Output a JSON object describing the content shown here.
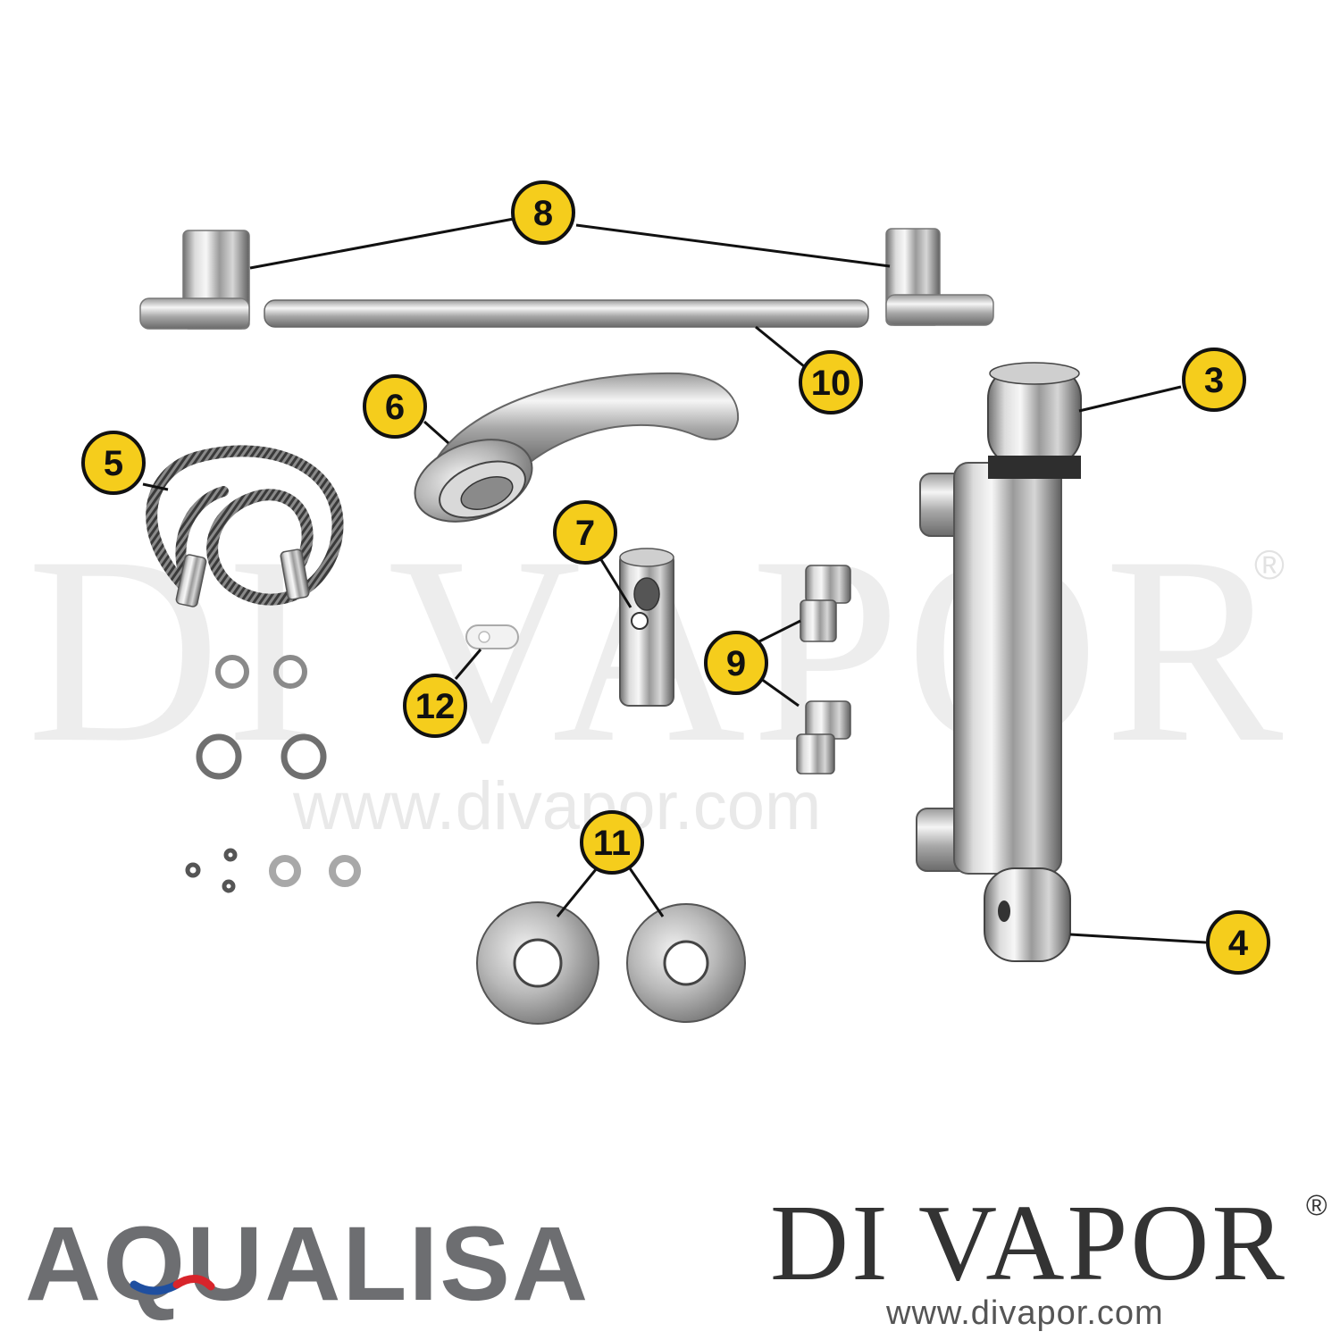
{
  "watermark": {
    "brand_text": "DI VAPOR",
    "registered": "®",
    "url": "www.divapor.com"
  },
  "callouts": [
    {
      "id": "8",
      "label": "8"
    },
    {
      "id": "10",
      "label": "10"
    },
    {
      "id": "6",
      "label": "6"
    },
    {
      "id": "3",
      "label": "3"
    },
    {
      "id": "5",
      "label": "5"
    },
    {
      "id": "7",
      "label": "7"
    },
    {
      "id": "9",
      "label": "9"
    },
    {
      "id": "12",
      "label": "12"
    },
    {
      "id": "11",
      "label": "11"
    },
    {
      "id": "4",
      "label": "4"
    }
  ],
  "brands": {
    "left": "AQUALISA",
    "right": "DI VAPOR",
    "right_registered": "®",
    "url": "www.divapor.com"
  },
  "colors": {
    "callout_fill": "#f5cd1c",
    "callout_stroke": "#111111",
    "aqualisa_grey": "#6d6e71",
    "aqualisa_blue": "#1f4fa0",
    "aqualisa_red": "#d8242b"
  }
}
